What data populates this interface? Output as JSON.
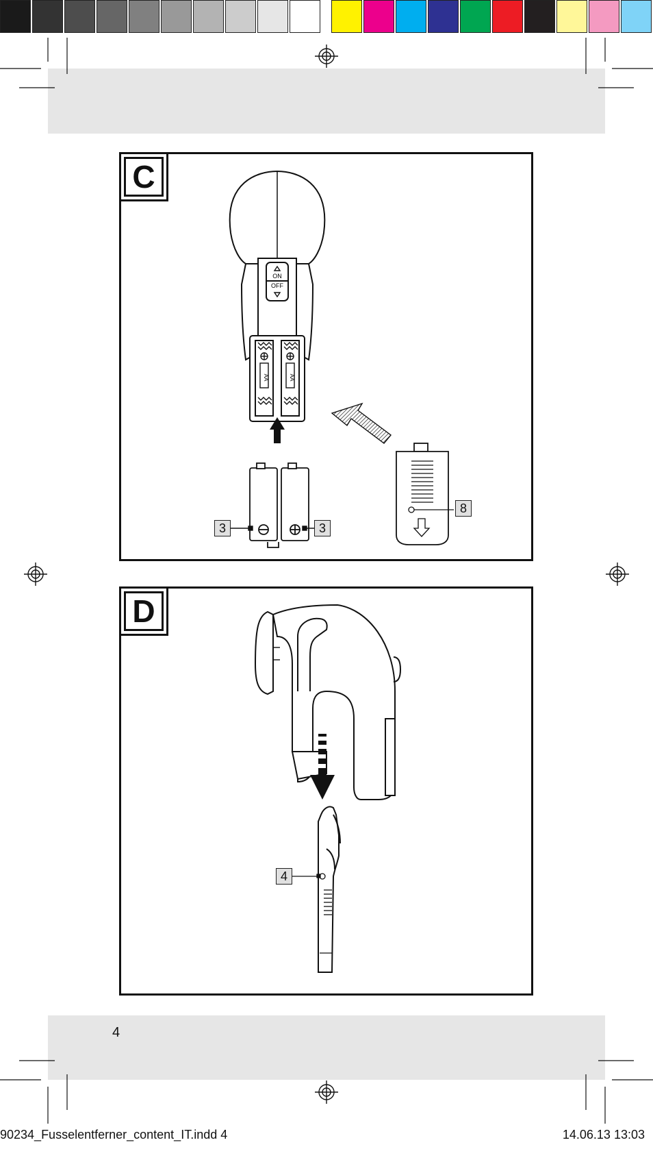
{
  "color_bar": {
    "grays": [
      "#1a1a1a",
      "#333333",
      "#4d4d4d",
      "#666666",
      "#808080",
      "#999999",
      "#b3b3b3",
      "#cccccc",
      "#e6e6e6",
      "#ffffff"
    ],
    "process": [
      "#fff200",
      "#ec008c",
      "#00aeef",
      "#2e3192",
      "#00a651",
      "#ed1c24",
      "#231f20",
      "#fff799",
      "#f49ac1",
      "#7fd3f7"
    ]
  },
  "panel_c": {
    "letter": "C",
    "switch_on": "ON",
    "switch_off": "OFF",
    "battery_type": "AA",
    "callout_battery_left": "3",
    "callout_battery_right": "3",
    "callout_cover": "8"
  },
  "panel_d": {
    "letter": "D",
    "callout_blade_cover": "4"
  },
  "footer": {
    "page_number": "4",
    "slug_file": "90234_Fusselentferner_content_IT.indd   4",
    "slug_date": "14.06.13   13:03"
  }
}
